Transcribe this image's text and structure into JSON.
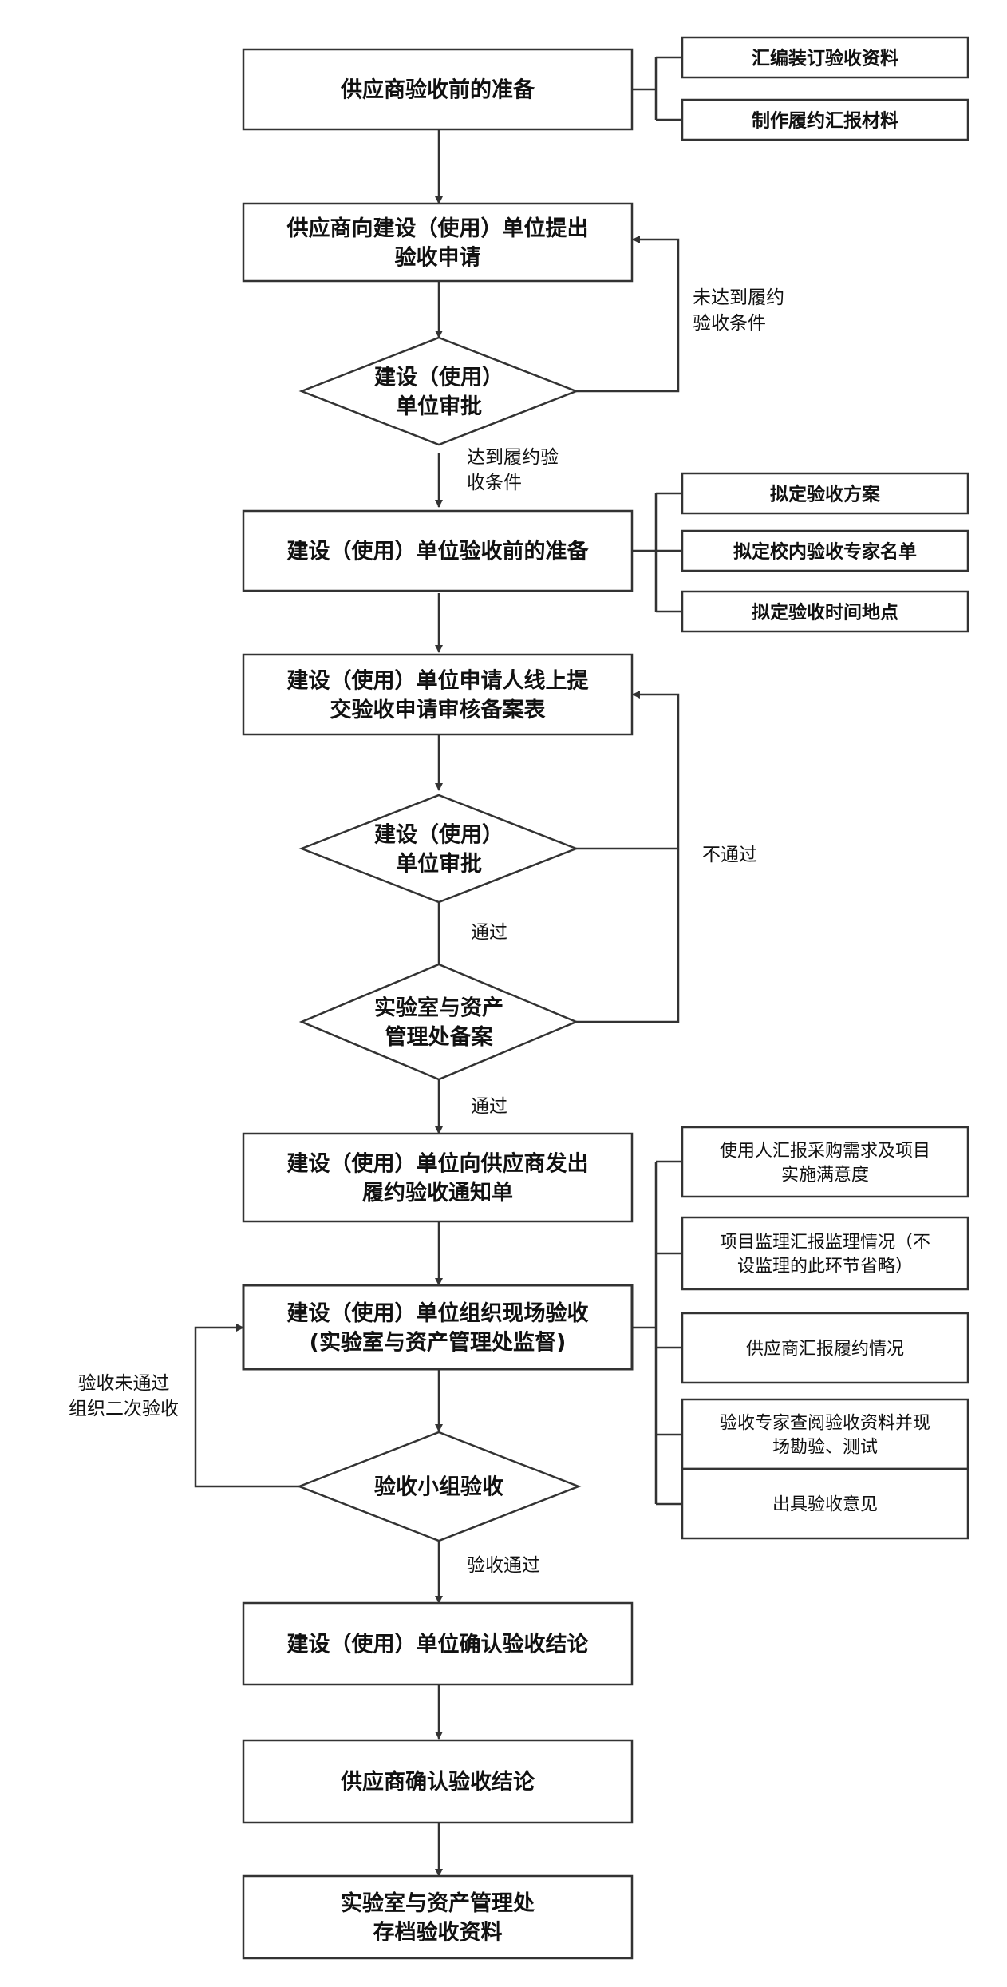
{
  "nodes": {
    "supplier_prep": [
      "供应商验收前的准备"
    ],
    "compile_materials": [
      "汇编装订验收资料"
    ],
    "performance_report": [
      "制作履约汇报材料"
    ],
    "supplier_apply": [
      "供应商向建设（使用）单位提出",
      "验收申请"
    ],
    "approval_1": [
      "建设（使用）",
      "单位审批"
    ],
    "unit_prep": [
      "建设（使用）单位验收前的准备"
    ],
    "draft_plan": [
      "拟定验收方案"
    ],
    "draft_experts": [
      "拟定校内验收专家名单"
    ],
    "draft_time_place": [
      "拟定验收时间地点"
    ],
    "online_submit": [
      "建设（使用）单位申请人线上提",
      "交验收申请审核备案表"
    ],
    "approval_2": [
      "建设（使用）",
      "单位审批"
    ],
    "lab_record": [
      "实验室与资产",
      "管理处备案"
    ],
    "issue_notice": [
      "建设（使用）单位向供应商发出",
      "履约验收通知单"
    ],
    "organize_acceptance": [
      "建设（使用）单位组织现场验收",
      "(实验室与资产管理处监督)"
    ],
    "user_report": [
      "使用人汇报采购需求及项目",
      "实施满意度"
    ],
    "supervision_report": [
      "项目监理汇报监理情况（不",
      "设监理的此环节省略）"
    ],
    "supplier_report": [
      "供应商汇报履约情况"
    ],
    "expert_review": [
      "验收专家查阅验收资料并现",
      "场勘验、测试"
    ],
    "issue_opinion": [
      "出具验收意见"
    ],
    "group_acceptance": [
      "验收小组验收"
    ],
    "unit_confirm": [
      "建设（使用）单位确认验收结论"
    ],
    "supplier_confirm": [
      "供应商确认验收结论"
    ],
    "archive": [
      "实验室与资产管理处",
      "存档验收资料"
    ]
  },
  "edges": {
    "not_meet": [
      "未达到履约",
      "验收条件"
    ],
    "meet": [
      "达到履约验",
      "收条件"
    ],
    "not_pass": [
      "不通过"
    ],
    "pass_1": [
      "通过"
    ],
    "pass_2": [
      "通过"
    ],
    "fail_second": [
      "验收未通过",
      "组织二次验收"
    ],
    "accept_pass": [
      "验收通过"
    ]
  }
}
